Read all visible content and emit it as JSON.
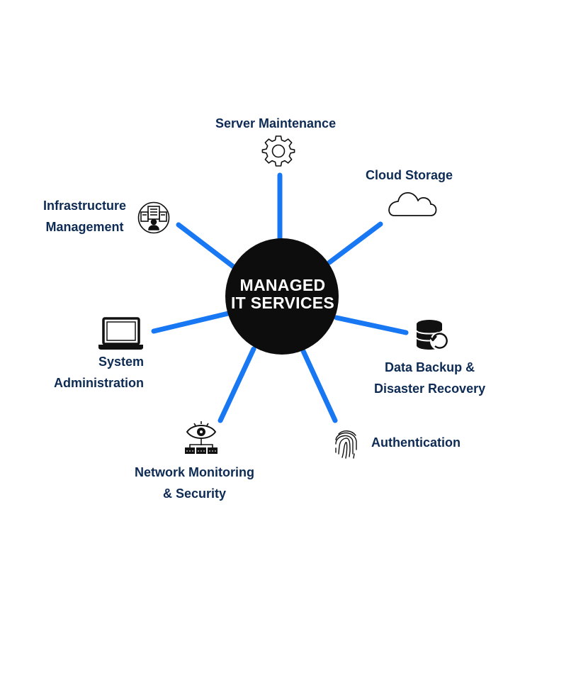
{
  "center": {
    "line1": "MANAGED",
    "line2": "IT SERVICES"
  },
  "services": [
    {
      "id": "server-maintenance",
      "lines": [
        "Server Maintenance"
      ],
      "icon": "gear-icon"
    },
    {
      "id": "cloud-storage",
      "lines": [
        "Cloud Storage"
      ],
      "icon": "cloud-icon"
    },
    {
      "id": "data-backup",
      "lines": [
        "Data Backup &",
        "Disaster Recovery"
      ],
      "icon": "database-backup-icon"
    },
    {
      "id": "authentication",
      "lines": [
        "Authentication"
      ],
      "icon": "fingerprint-icon"
    },
    {
      "id": "network-monitoring",
      "lines": [
        "Network Monitoring",
        "& Security"
      ],
      "icon": "eye-network-icon"
    },
    {
      "id": "system-administration",
      "lines": [
        "System",
        "Administration"
      ],
      "icon": "laptop-icon"
    },
    {
      "id": "infrastructure-management",
      "lines": [
        "Infrastructure",
        "Management"
      ],
      "icon": "server-user-icon"
    }
  ],
  "colors": {
    "spoke": "#1877f2",
    "hub": "#0d0d0d",
    "label": "#0d2b54",
    "hub_text": "#ffffff"
  }
}
